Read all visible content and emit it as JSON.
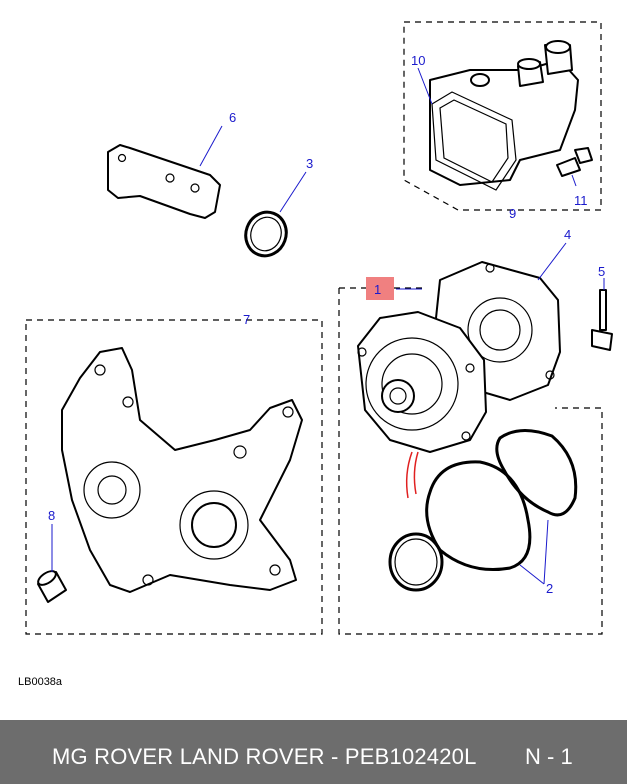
{
  "callouts": {
    "c1": "1",
    "c2": "2",
    "c3": "3",
    "c4": "4",
    "c5": "5",
    "c6": "6",
    "c7": "7",
    "c8": "8",
    "c9": "9",
    "c10": "10",
    "c11": "11"
  },
  "colors": {
    "callout": "#1a1acc",
    "highlight": "#f08080",
    "footer_bg": "#6d6d6d",
    "red_wire": "#e02020"
  },
  "reference_code": "LB0038a",
  "footer": {
    "title": "MG ROVER LAND ROVER - PEB102420L",
    "page": "N - 1"
  }
}
